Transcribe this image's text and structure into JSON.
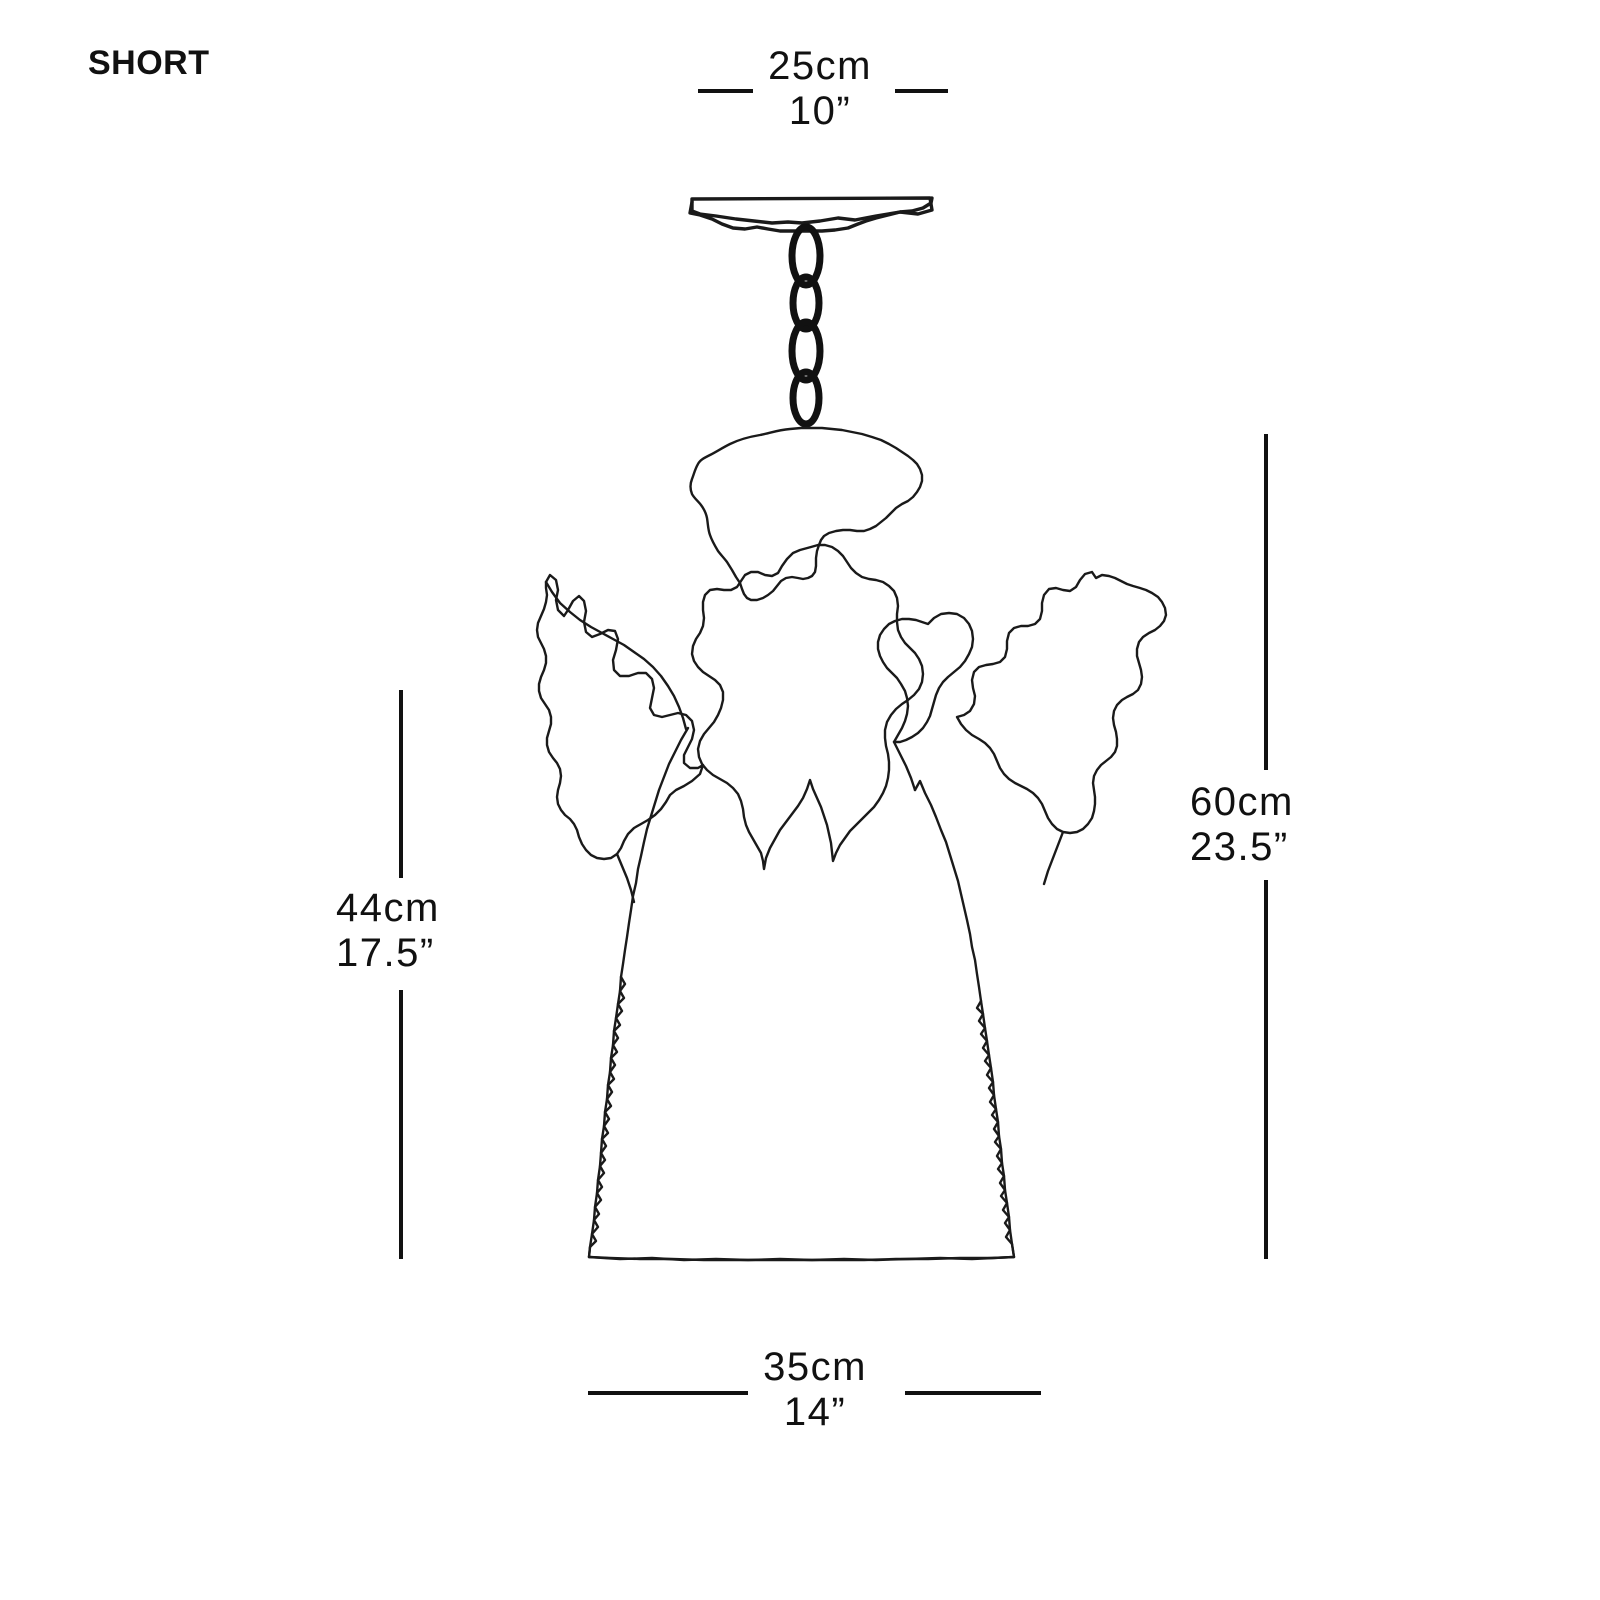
{
  "drawing": {
    "variant_label": "SHORT",
    "background_color": "#ffffff",
    "line_color": "#1a1a1a",
    "product_type": "pendant-light-fixture",
    "dimensions": {
      "top_width": {
        "metric": "25cm",
        "imperial": "10”",
        "position": "top"
      },
      "bottom_width": {
        "metric": "35cm",
        "imperial": "14”",
        "position": "bottom"
      },
      "shade_height": {
        "metric": "44cm",
        "imperial": "17.5”",
        "position": "left"
      },
      "total_height": {
        "metric": "60cm",
        "imperial": "23.5”",
        "position": "right"
      }
    },
    "components": {
      "canopy": "ceiling-canopy",
      "chain": "suspension-chain",
      "chain_link_count": 4,
      "cap": "upper-organic-cap",
      "leaves": "leaf-petal-forms",
      "body": "main-bell-shade"
    }
  }
}
